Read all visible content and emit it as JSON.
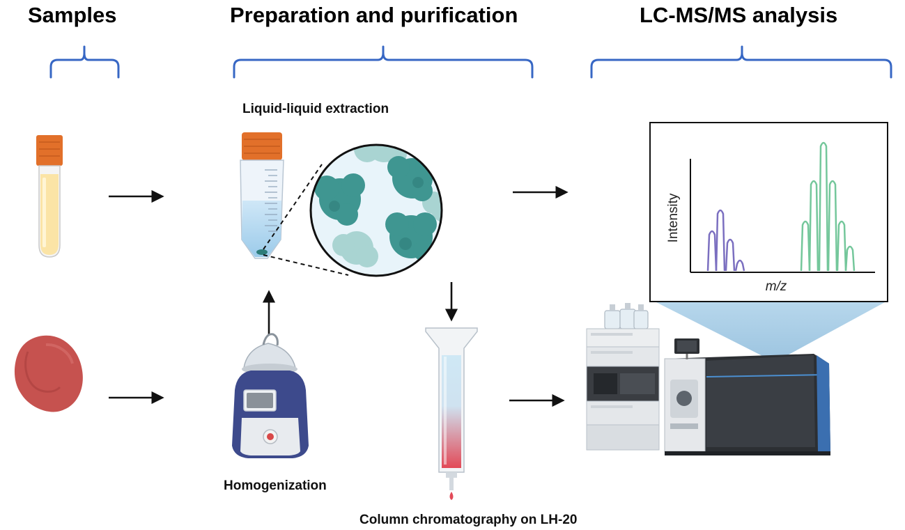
{
  "headings": {
    "samples": "Samples",
    "preparation": "Preparation and purification",
    "analysis": "LC-MS/MS analysis"
  },
  "labels": {
    "extraction": "Liquid-liquid extraction",
    "homogenization": "Homogenization",
    "column": "Column chromatography on LH-20"
  },
  "spectrum": {
    "ylabel": "Intensity",
    "xlabel": "m/z"
  },
  "colors": {
    "brace": "#3767c4",
    "cap": "#e2702a",
    "serum": "#fbe4a6",
    "tissue": "#c6524f",
    "cluster": "#3f9691",
    "cluster_light": "#a9d4d2",
    "peak_purple": "#7b6fc0",
    "peak_green": "#74c79b",
    "device": "#3d4a8c"
  }
}
